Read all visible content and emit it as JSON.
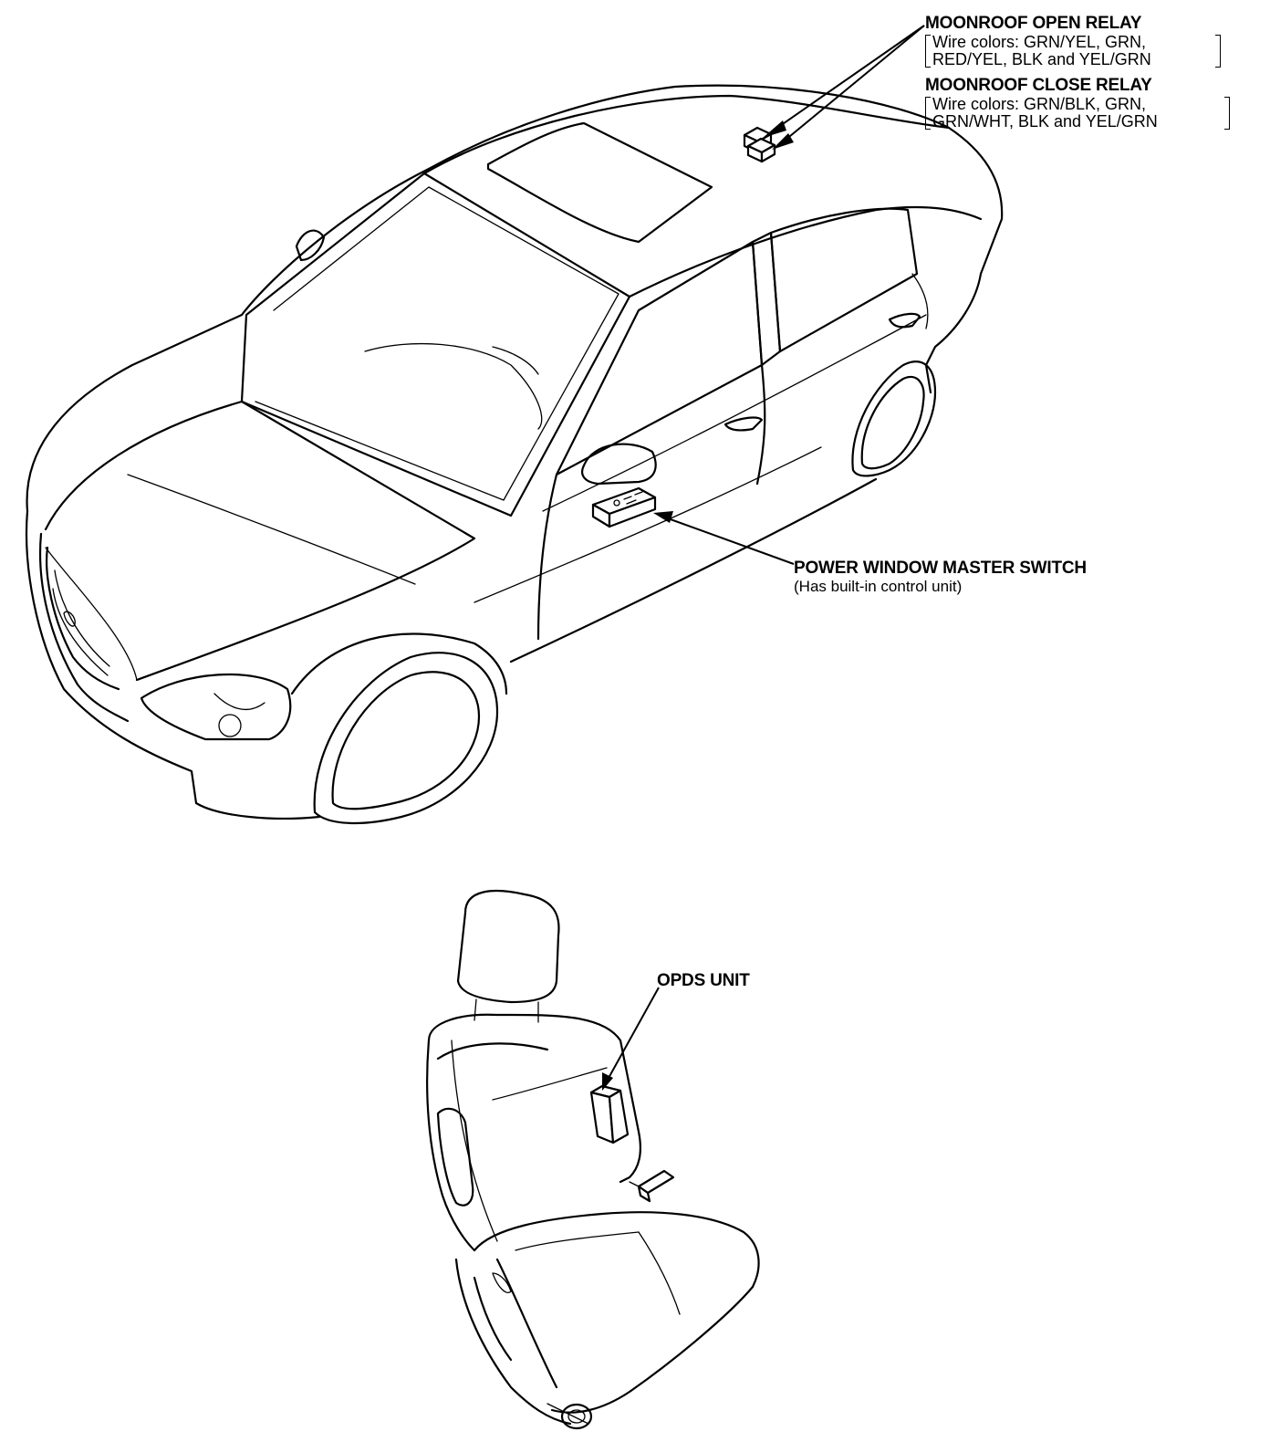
{
  "callouts": {
    "moonroof_open_relay": {
      "title": "MOONROOF OPEN RELAY",
      "wire_line1": "Wire colors: GRN/YEL, GRN,",
      "wire_line2": "RED/YEL, BLK and YEL/GRN"
    },
    "moonroof_close_relay": {
      "title": "MOONROOF CLOSE RELAY",
      "wire_line1": "Wire colors: GRN/BLK, GRN,",
      "wire_line2": "GRN/WHT, BLK and YEL/GRN"
    },
    "power_window_master_switch": {
      "title": "POWER WINDOW MASTER SWITCH",
      "note": "(Has built-in control unit)"
    },
    "opds_unit": {
      "title": "OPDS UNIT"
    }
  }
}
